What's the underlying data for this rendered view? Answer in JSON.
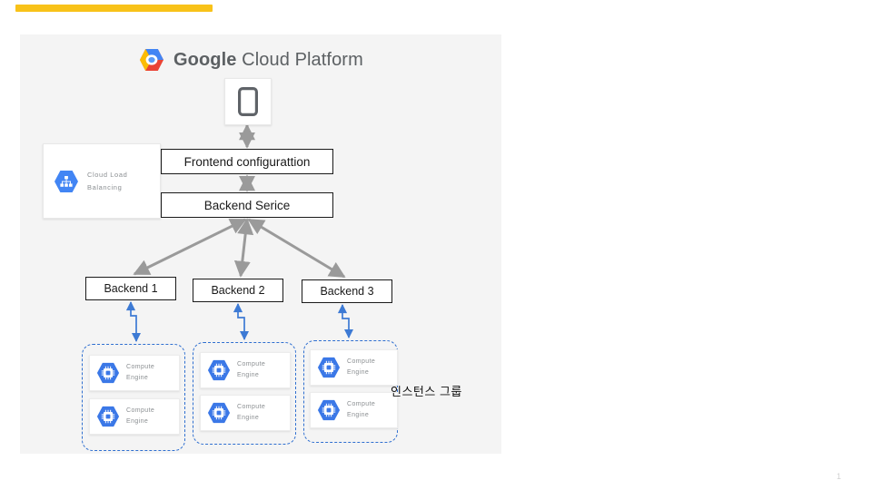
{
  "slide": {
    "accent_bar_color": "#f8c219",
    "canvas_background": "#f4f4f4",
    "page_number": "1"
  },
  "logo": {
    "name": "google-cloud-platform-logo",
    "word_bold": "Google",
    "word_light": " Cloud Platform",
    "colors": {
      "blue": "#4285f4",
      "red": "#ea4335",
      "yellow": "#fbbc05",
      "green": "#34a853",
      "text": "#5c6063"
    }
  },
  "nodes": {
    "phone": {
      "icon": "smartphone-icon",
      "color": "#5f6368"
    },
    "cloud_load_balancing": {
      "icon": "cloud-load-balancing-icon",
      "label": "Cloud  Load\nBalancing",
      "icon_color": "#4285f4"
    },
    "frontend": {
      "label": "Frontend configurattion"
    },
    "backend_service": {
      "label": "Backend Serice"
    },
    "backends": [
      {
        "label": "Backend 1"
      },
      {
        "label": "Backend 2"
      },
      {
        "label": "Backend 3"
      }
    ]
  },
  "instance_groups": {
    "caption": "인스턴스 그룹",
    "border_color": "#2f6fd0",
    "groups": [
      {
        "name": "instance-group-1",
        "instances": [
          {
            "icon": "compute-engine-icon",
            "label": "Compute\nEngine"
          },
          {
            "icon": "compute-engine-icon",
            "label": "Compute\nEngine"
          }
        ]
      },
      {
        "name": "instance-group-2",
        "instances": [
          {
            "icon": "compute-engine-icon",
            "label": "Compute\nEngine"
          },
          {
            "icon": "compute-engine-icon",
            "label": "Compute\nEngine"
          }
        ]
      },
      {
        "name": "instance-group-3",
        "instances": [
          {
            "icon": "compute-engine-icon",
            "label": "Compute\nEngine"
          },
          {
            "icon": "compute-engine-icon",
            "label": "Compute\nEngine"
          }
        ]
      }
    ]
  },
  "connectors": {
    "gray_color": "#9a9a9a",
    "blue_color": "#3d7ad4"
  }
}
